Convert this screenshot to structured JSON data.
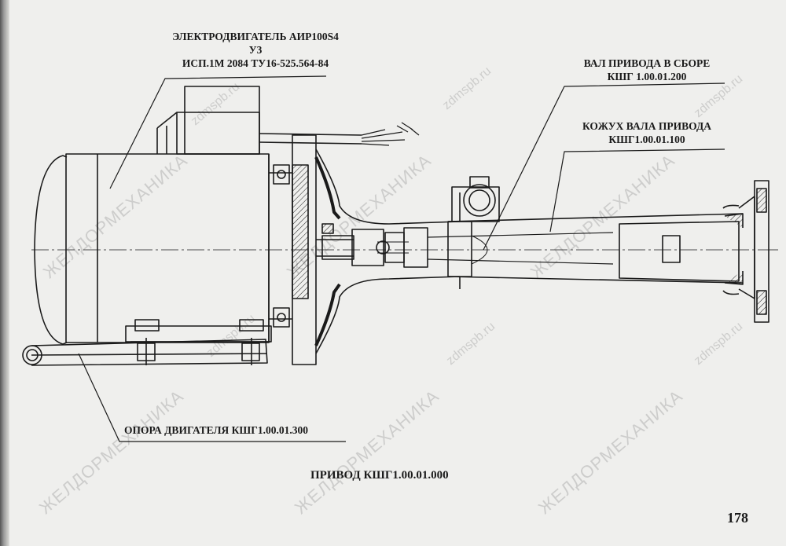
{
  "labels": {
    "motor_line1": "ЭЛЕКТРОДВИГАТЕЛЬ АИР100S4",
    "motor_line2": "У3",
    "motor_line3": "ИСП.1М 2084 ТУ16-525.564-84",
    "shaft_line1": "ВАЛ ПРИВОДА В СБОРЕ",
    "shaft_line2": "КШГ 1.00.01.200",
    "cover_line1": "КОЖУХ ВАЛА ПРИВОДА",
    "cover_line2": "КШГ1.00.01.100",
    "support": "ОПОРА ДВИГАТЕЛЯ КШГ1.00.01.300"
  },
  "caption": "ПРИВОД КШГ1.00.01.000",
  "page_number": "178",
  "watermarks": {
    "brand": "ЖЕЛДОРМЕХАНИКА",
    "site": "zdmspb.ru"
  }
}
